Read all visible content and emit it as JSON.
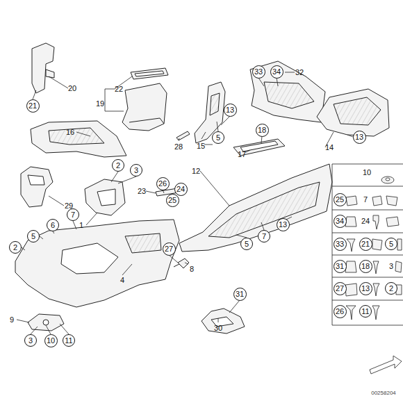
{
  "diagram": {
    "nodes": [
      {
        "text": [
          "33"
        ]
      },
      {
        "text": [
          "34"
        ]
      },
      {
        "text": [
          "21"
        ]
      },
      {
        "text": [
          "13"
        ]
      },
      {
        "text": [
          "18"
        ]
      },
      {
        "text": [
          "13"
        ]
      },
      {
        "text": [
          "5"
        ]
      },
      {
        "text": [
          "2"
        ]
      },
      {
        "text": [
          "3"
        ]
      },
      {
        "text": [
          "26"
        ]
      },
      {
        "text": [
          "24"
        ]
      },
      {
        "text": [
          "25"
        ]
      },
      {
        "text": [
          "25"
        ]
      },
      {
        "text": [
          "7"
        ]
      },
      {
        "text": [
          "34"
        ]
      },
      {
        "text": [
          "13"
        ]
      },
      {
        "text": [
          "6"
        ]
      },
      {
        "text": [
          "7"
        ]
      },
      {
        "text": [
          "5"
        ]
      },
      {
        "text": [
          "5"
        ]
      },
      {
        "text": [
          "33"
        ]
      },
      {
        "text": [
          "21"
        ]
      },
      {
        "text": [
          "5"
        ]
      },
      {
        "text": [
          "2"
        ]
      },
      {
        "text": [
          "27"
        ]
      },
      {
        "text": [
          "31"
        ]
      },
      {
        "text": [
          "18"
        ]
      },
      {
        "text": [
          "27"
        ]
      },
      {
        "text": [
          "13"
        ]
      },
      {
        "text": [
          "2"
        ]
      },
      {
        "text": [
          "31"
        ]
      },
      {
        "text": [
          "26"
        ]
      },
      {
        "text": [
          "11"
        ]
      },
      {
        "text": [
          "3"
        ]
      },
      {
        "text": [
          "10"
        ]
      },
      {
        "text": [
          "11"
        ]
      }
    ],
    "labels": [
      "32",
      "20",
      "22",
      "19",
      "16",
      "28",
      "15",
      "14",
      "17",
      "12",
      "10",
      "23",
      "7",
      "29",
      "24",
      "1",
      "3",
      "8",
      "4",
      "9",
      "30",
      "00258204"
    ]
  }
}
